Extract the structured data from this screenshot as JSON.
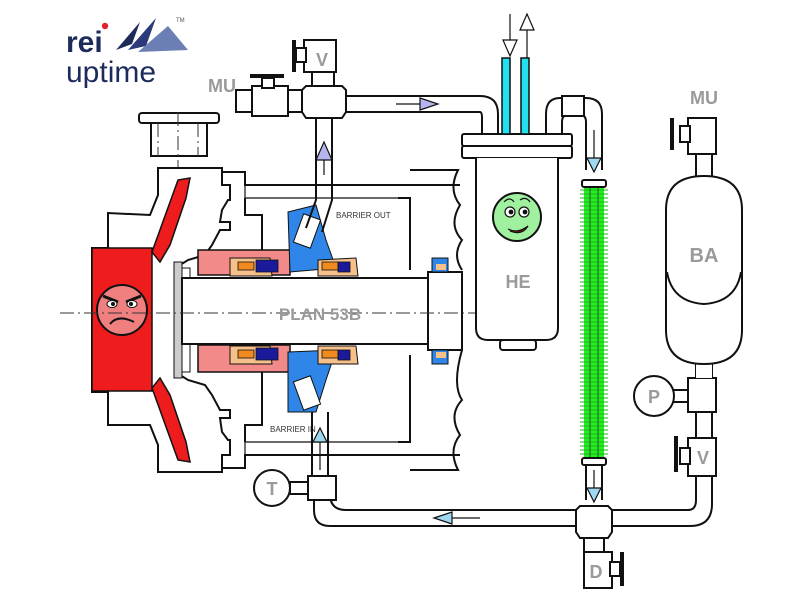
{
  "logo": {
    "brand_top": "rei",
    "brand_bottom": "uptime",
    "trademark": "TM",
    "colors": {
      "text": "#1d2a5c",
      "dot": "#e0202a",
      "peak": "#6b7fb5"
    }
  },
  "diagram": {
    "title": "PLAN 53B",
    "labels": {
      "makeup_left": "MU",
      "valve_top": "V",
      "makeup_right": "MU",
      "heat_exchanger": "HE",
      "bladder_accumulator": "BA",
      "pressure_gauge": "P",
      "valve_right": "V",
      "temperature_gauge": "T",
      "drain": "D",
      "barrier_out": "BARRIER OUT",
      "barrier_in": "BARRIER IN"
    },
    "faces": {
      "pump": "angry",
      "heat_exchanger": "happy"
    },
    "colors": {
      "pump_casing": "#ee1c1c",
      "pump_face": "#f08080",
      "he_face": "#9ff09f",
      "cooling_lines": "#22e0ee",
      "finned_tube": "#22ee22",
      "flow_arrow_purple": "#b4b4ee",
      "flow_arrow_blue": "#9fd8f0",
      "seal_blue": "#2f86e8",
      "seal_orange": "#f08a1e",
      "seal_peach": "#f6c08a",
      "seal_navy": "#1a1a9a",
      "gland_pink": "#f28a8a"
    }
  }
}
